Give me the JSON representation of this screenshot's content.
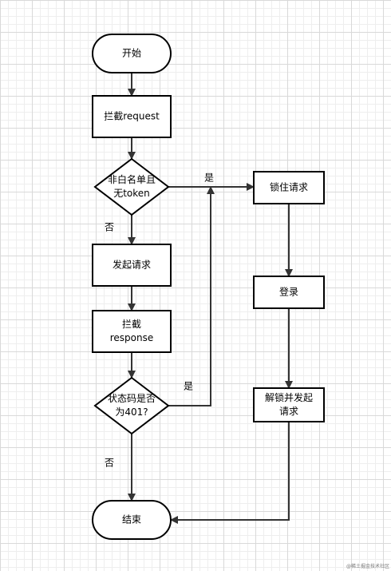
{
  "flowchart": {
    "nodes": {
      "start": {
        "shape": "terminal",
        "lines": [
          "开始"
        ]
      },
      "intercept_request": {
        "shape": "process",
        "lines": [
          "拦截request"
        ]
      },
      "check_whitelist": {
        "shape": "decision",
        "lines": [
          "非白名单且",
          "无token"
        ]
      },
      "send_request": {
        "shape": "process",
        "lines": [
          "发起请求"
        ]
      },
      "intercept_response": {
        "shape": "process",
        "lines": [
          "拦截",
          "response"
        ]
      },
      "check_401": {
        "shape": "decision",
        "lines": [
          "状态码是否",
          "为401?"
        ]
      },
      "end": {
        "shape": "terminal",
        "lines": [
          "结束"
        ]
      },
      "lock_requests": {
        "shape": "process",
        "lines": [
          "锁住请求"
        ]
      },
      "login": {
        "shape": "process",
        "lines": [
          "登录"
        ]
      },
      "unlock_resend": {
        "shape": "process",
        "lines": [
          "解锁并发起",
          "请求"
        ]
      }
    },
    "edges": [
      {
        "from": "start",
        "to": "intercept_request",
        "label": ""
      },
      {
        "from": "intercept_request",
        "to": "check_whitelist",
        "label": ""
      },
      {
        "from": "check_whitelist",
        "to": "send_request",
        "label": "否"
      },
      {
        "from": "check_whitelist",
        "to": "lock_requests",
        "label": "是"
      },
      {
        "from": "send_request",
        "to": "intercept_response",
        "label": ""
      },
      {
        "from": "intercept_response",
        "to": "check_401",
        "label": ""
      },
      {
        "from": "check_401",
        "to": "end",
        "label": "否"
      },
      {
        "from": "check_401",
        "to": "lock_requests",
        "label": "是"
      },
      {
        "from": "lock_requests",
        "to": "login",
        "label": ""
      },
      {
        "from": "login",
        "to": "unlock_resend",
        "label": ""
      },
      {
        "from": "unlock_resend",
        "to": "end",
        "label": ""
      }
    ]
  },
  "watermark": "@稀土掘金技术社区",
  "colors": {
    "node_stroke": "#000000",
    "edge_stroke": "#333333",
    "grid_major": "#d9d9d9",
    "grid_minor": "#eeeeee"
  }
}
